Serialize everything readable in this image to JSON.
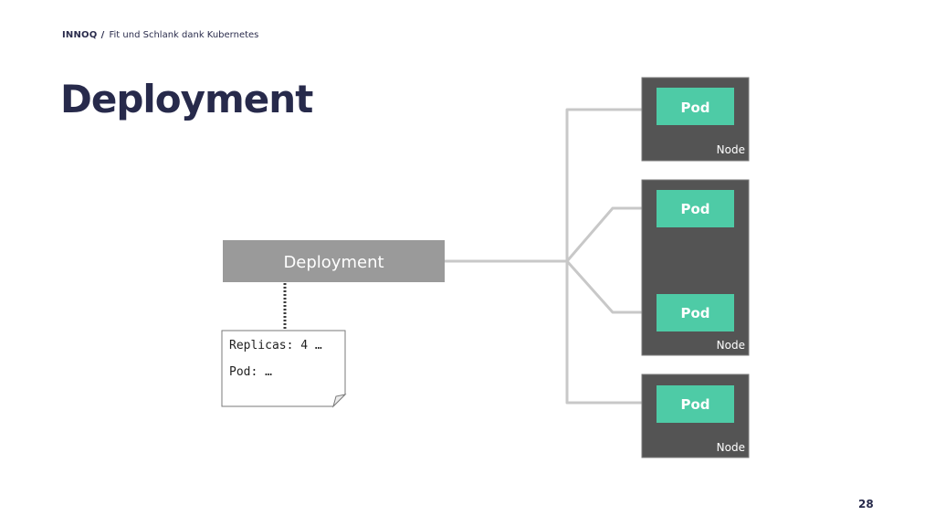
{
  "header": {
    "brand": "INNOQ",
    "separator": "/",
    "subtitle": "Fit und Schlank dank Kubernetes"
  },
  "title": "Deployment",
  "page_number": "28",
  "diagram": {
    "deployment_label": "Deployment",
    "note": {
      "line1": "Replicas: 4 …",
      "line2": "Pod: …"
    },
    "pod_label": "Pod",
    "node_label": "Node"
  }
}
